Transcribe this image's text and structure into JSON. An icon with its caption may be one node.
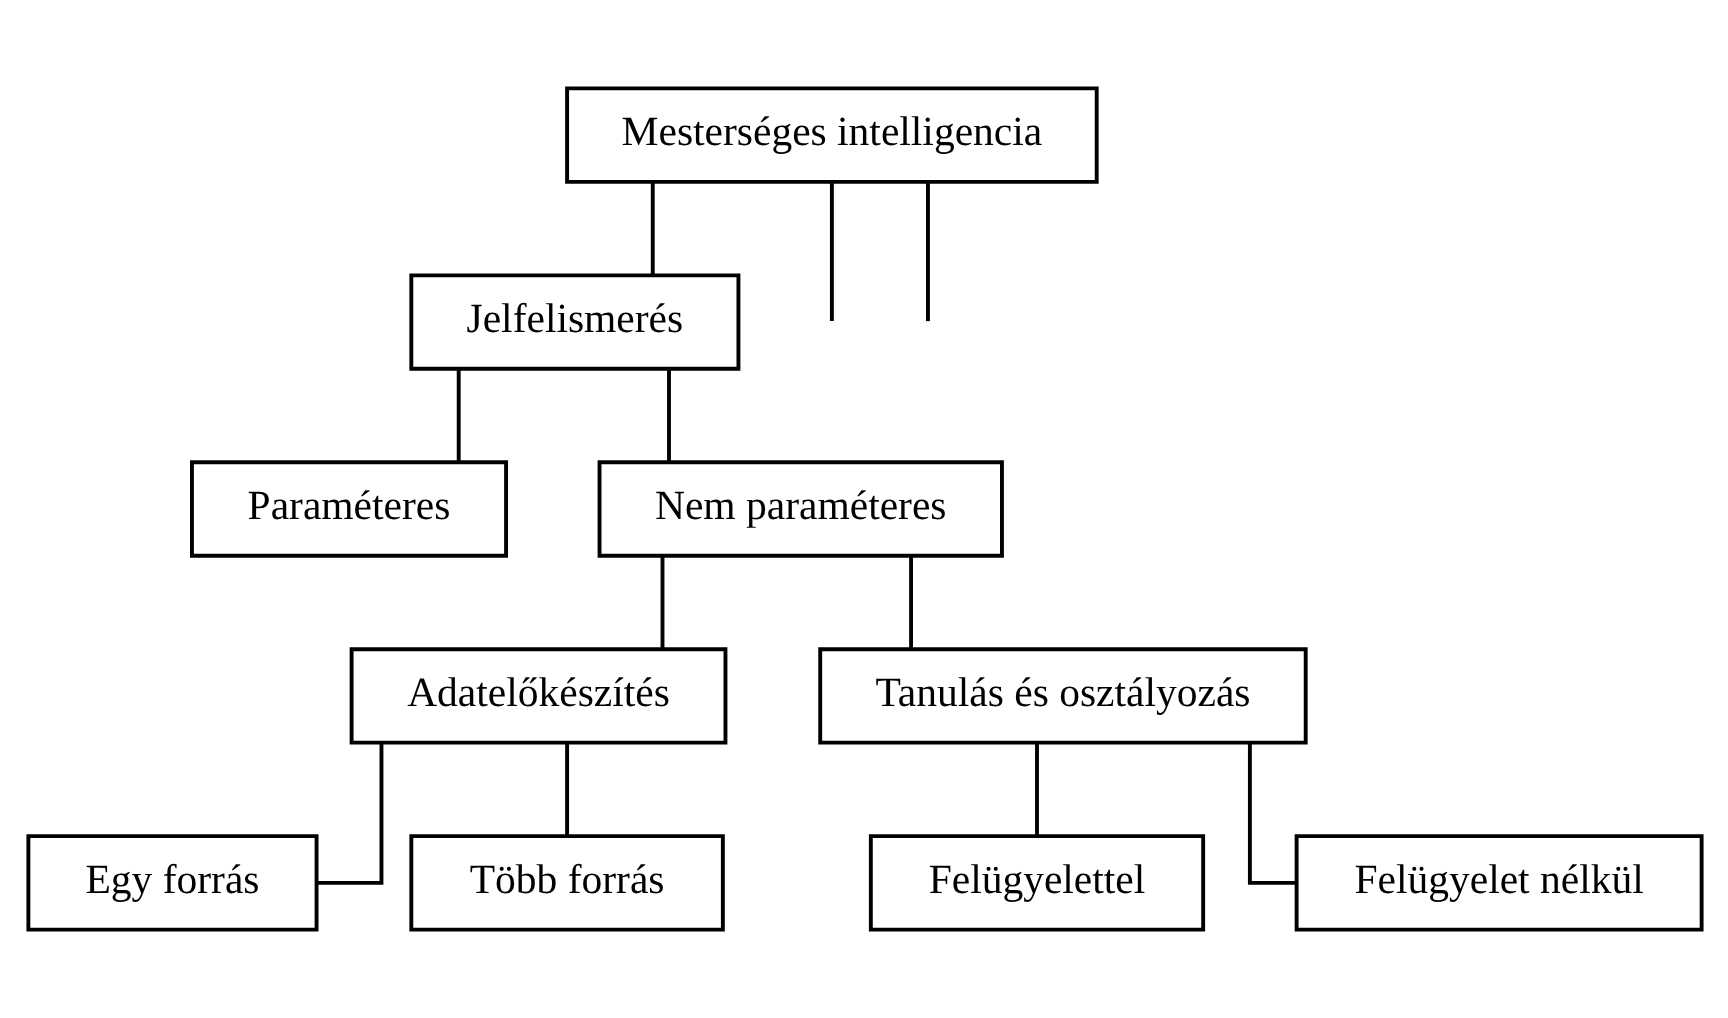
{
  "diagram": {
    "nodes": [
      {
        "text": [
          "Mesterséges intelligencia"
        ]
      },
      {
        "text": [
          "Jelfelismerés"
        ]
      },
      {
        "text": [
          "Paraméteres"
        ]
      },
      {
        "text": [
          "Nem paraméteres"
        ]
      },
      {
        "text": [
          "Adatelőkészítés"
        ]
      },
      {
        "text": [
          "Tanulás és osztályozás"
        ]
      },
      {
        "text": [
          "Egy forrás"
        ]
      },
      {
        "text": [
          "Több forrás"
        ]
      },
      {
        "text": [
          "Felügyelettel"
        ]
      },
      {
        "text": [
          "Felügyelet nélkül"
        ]
      }
    ],
    "edges": [
      {
        "from": 0,
        "to": null,
        "arrow": "none"
      },
      {
        "from": 0,
        "to": 1,
        "arrow": "none"
      },
      {
        "from": 0,
        "to": null,
        "arrow": "none"
      },
      {
        "from": 1,
        "to": 2,
        "arrow": "none"
      },
      {
        "from": 1,
        "to": 3,
        "arrow": "none"
      },
      {
        "from": 3,
        "to": 4,
        "arrow": "none"
      },
      {
        "from": 3,
        "to": 5,
        "arrow": "none"
      },
      {
        "from": 4,
        "to": 6,
        "arrow": "none"
      },
      {
        "from": 4,
        "to": 7,
        "arrow": "none"
      },
      {
        "from": 5,
        "to": 8,
        "arrow": "none"
      },
      {
        "from": 5,
        "to": 9,
        "arrow": "none"
      }
    ]
  }
}
